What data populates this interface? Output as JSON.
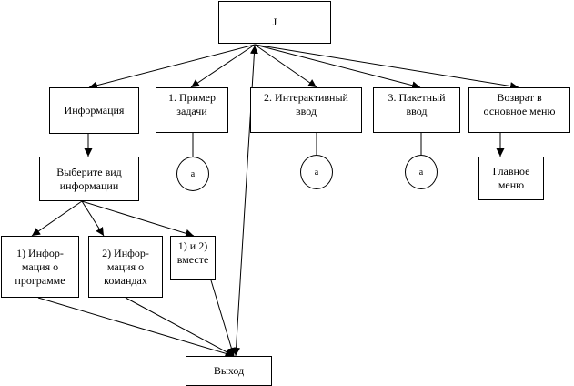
{
  "nodes": {
    "root": "J",
    "info": "Информация",
    "example": "1. Пример\nзадачи",
    "interactive": "2. Интерактивный\nввод",
    "batch": "3. Пакетный\nввод",
    "return": "Возврат в\nосновное меню",
    "choose": "Выберите вид\nинформации",
    "main_menu": "Главное\nменю",
    "about_program": "1) Инфор-\nмация о\nпрограмме",
    "about_commands": "2) Инфор-\nмация о\nкомандах",
    "both": "1) и 2)\nвместе",
    "exit": "Выход"
  },
  "connectors": {
    "example": "a",
    "interactive": "a",
    "batch": "a"
  },
  "colors": {
    "stroke": "#000000",
    "background": "#ffffff"
  }
}
